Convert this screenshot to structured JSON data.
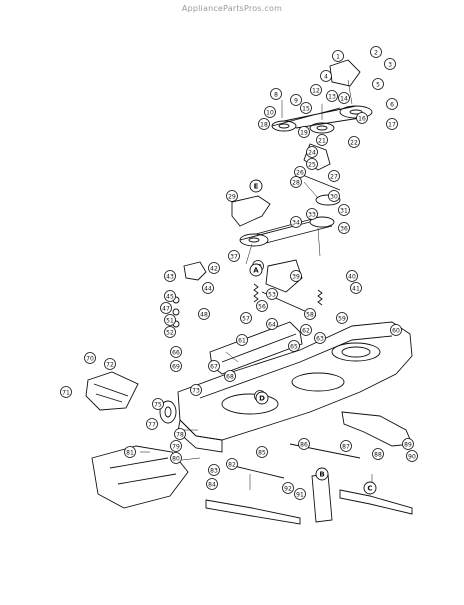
{
  "watermark": "AppliancePartsPros.com",
  "callouts": [
    "1",
    "2",
    "3",
    "4",
    "5",
    "6",
    "8",
    "9",
    "10",
    "12",
    "13",
    "14",
    "15",
    "16",
    "17",
    "18",
    "19",
    "21",
    "22",
    "24",
    "25",
    "26",
    "27",
    "28",
    "29",
    "30",
    "31",
    "33",
    "34",
    "36",
    "37",
    "38",
    "39",
    "40",
    "41",
    "42",
    "43",
    "44",
    "45",
    "47",
    "48",
    "51",
    "52",
    "53",
    "56",
    "57",
    "58",
    "59",
    "60",
    "61",
    "62",
    "63",
    "64",
    "65",
    "66",
    "67",
    "68",
    "69",
    "70",
    "71",
    "72",
    "73",
    "75",
    "76",
    "77",
    "78",
    "79",
    "80",
    "81",
    "82",
    "83",
    "84",
    "85",
    "86",
    "87",
    "88",
    "89",
    "90",
    "91",
    "92"
  ],
  "section_letters": [
    "A",
    "B",
    "C",
    "D",
    "E"
  ]
}
